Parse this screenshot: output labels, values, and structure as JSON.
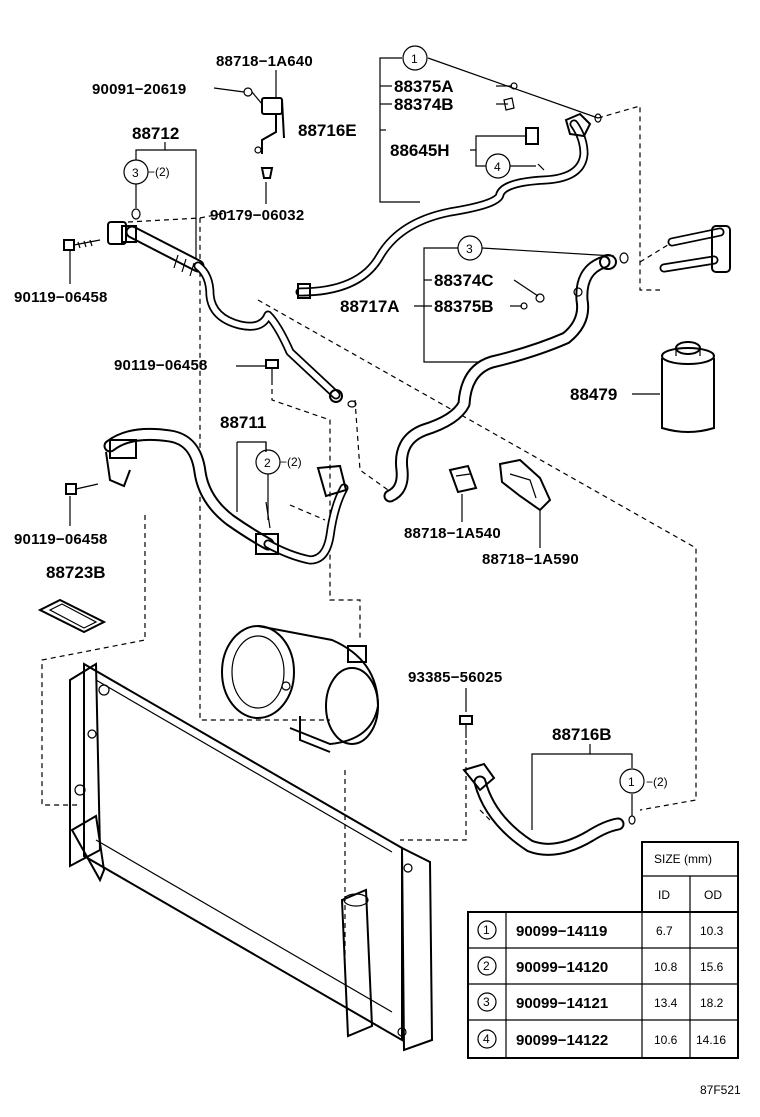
{
  "labels": {
    "p88718_1A640": "88718−1A640",
    "p90091_20619": "90091−20619",
    "p88712": "88712",
    "p90179_06032": "90179−06032",
    "p90119_06458_a": "90119−06458",
    "p90119_06458_b": "90119−06458",
    "p90119_06458_c": "90119−06458",
    "p88711": "88711",
    "p88723B": "88723B",
    "p88375A": "88375A",
    "p88374B": "88374B",
    "p88716E": "88716E",
    "p88645H": "88645H",
    "p88374C": "88374C",
    "p88717A": "88717A",
    "p88375B": "88375B",
    "p88479": "88479",
    "p88718_1A540": "88718−1A540",
    "p88718_1A590": "88718−1A590",
    "p93385_56025": "93385−56025",
    "p88716B": "88716B",
    "qty2_a": "−(2)",
    "qty2_b": "−(2)",
    "qty2_c": "−(2)"
  },
  "callouts": {
    "c1_top": "1",
    "c3_left": "3",
    "c4_top": "4",
    "c3_mid": "3",
    "c2_mid": "2",
    "c1_right": "1"
  },
  "size_table": {
    "header": "SIZE (mm)",
    "col_id": "ID",
    "col_od": "OD",
    "rows": [
      {
        "ref": "1",
        "part": "90099−14119",
        "id": "6.7",
        "od": "10.3"
      },
      {
        "ref": "2",
        "part": "90099−14120",
        "id": "10.8",
        "od": "15.6"
      },
      {
        "ref": "3",
        "part": "90099−14121",
        "id": "13.4",
        "od": "18.2"
      },
      {
        "ref": "4",
        "part": "90099−14122",
        "id": "10.6",
        "od": "14.16"
      }
    ]
  },
  "diagram_code": "87F521"
}
